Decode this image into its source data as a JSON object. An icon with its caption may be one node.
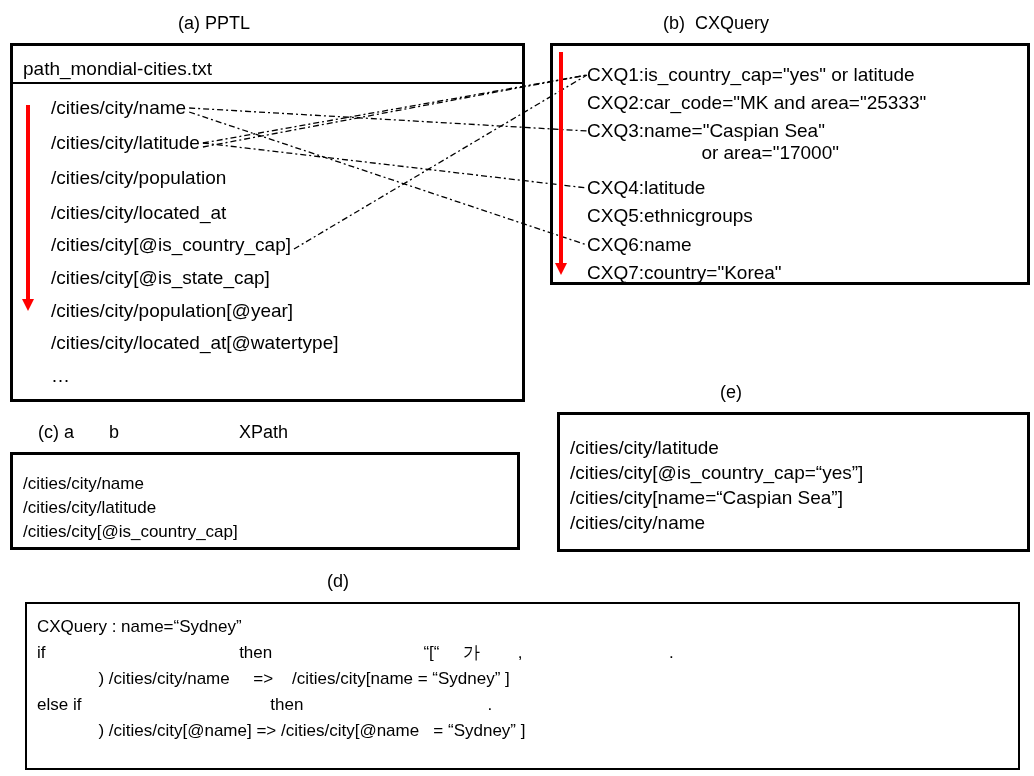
{
  "diagram": {
    "nodes": [
      {
        "text": [
          "(a) PPTL"
        ]
      },
      {
        "text": [
          "path_mondial-cities.txt"
        ],
        "in": 0
      },
      {
        "text": [
          "/cities/city/name"
        ],
        "in": 0
      },
      {
        "text": [
          "/cities/city/latitude"
        ],
        "in": 0
      },
      {
        "text": [
          "/cities/city/population"
        ],
        "in": 0
      },
      {
        "text": [
          "/cities/city/located_at"
        ],
        "in": 0
      },
      {
        "text": [
          "/cities/city[@is_country_cap]"
        ],
        "in": 0
      },
      {
        "text": [
          "/cities/city[@is_state_cap]"
        ],
        "in": 0
      },
      {
        "text": [
          "/cities/city/population[@year]"
        ],
        "in": 0
      },
      {
        "text": [
          "/cities/city/located_at[@watertype]"
        ],
        "in": 0
      },
      {
        "text": [
          "…"
        ],
        "in": 0
      },
      {
        "text": [
          "(b)  CXQuery"
        ]
      },
      {
        "text": [
          "CXQ1:is_country_cap=\"yes\" or latitude"
        ],
        "in": 11
      },
      {
        "text": [
          "CXQ2:car_code=\"MK and area=\"25333\""
        ],
        "in": 11
      },
      {
        "text": [
          "CXQ3:name=\"Caspian Sea\" or area=\"17000\""
        ],
        "in": 11
      },
      {
        "text": [
          "CXQ4:latitude"
        ],
        "in": 11
      },
      {
        "text": [
          "CXQ5:ethnicgroups"
        ],
        "in": 11
      },
      {
        "text": [
          "CXQ6:name"
        ],
        "in": 11
      },
      {
        "text": [
          "CXQ7:country=\"Korea\""
        ],
        "in": 11
      },
      {
        "text": [
          "(c) a       b                        XPath",
          "/cities/city/name",
          "/cities/city/latitude",
          "/cities/city[@is_country_cap]"
        ]
      },
      {
        "text": [
          "(e)",
          "/cities/city/latitude",
          "/cities/city[@is_country_cap=“yes”]",
          "/cities/city[name=“Caspian Sea”]",
          "/cities/city/name"
        ]
      },
      {
        "text": [
          "(d)",
          "CXQuery : name=“Sydney”",
          "if                                         then                                “[“     가        ,                               .",
          "             ) /cities/city/name     =>    /cities/city[name = “Sydney” ]",
          "else if                                        then                                       .",
          "             ) /cities/city[@name] => /cities/city[@name   = “Sydney” ]"
        ]
      }
    ],
    "edges": [
      {
        "from": 2,
        "to": 14,
        "arrow": "none"
      },
      {
        "from": 2,
        "to": 17,
        "arrow": "none"
      },
      {
        "from": 3,
        "to": 12,
        "arrow": "none"
      },
      {
        "from": 3,
        "to": 12,
        "arrow": "none"
      },
      {
        "from": 3,
        "to": 15,
        "arrow": "none"
      },
      {
        "from": 6,
        "to": 12,
        "arrow": "none"
      }
    ]
  }
}
